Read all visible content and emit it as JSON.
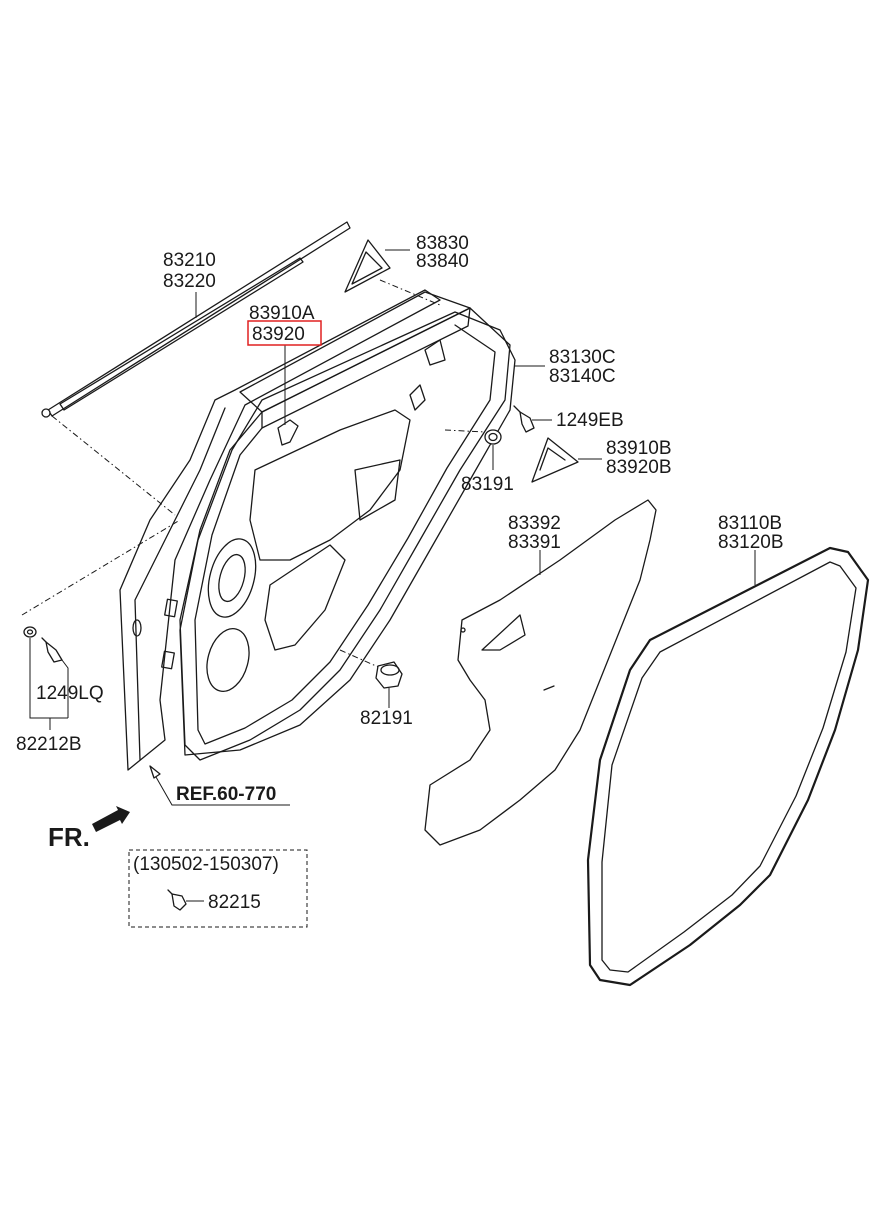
{
  "labels": {
    "p83210": "83210",
    "p83220": "83220",
    "p83830": "83830",
    "p83840": "83840",
    "p83910A": "83910A",
    "p83920": "83920",
    "p83130C": "83130C",
    "p83140C": "83140C",
    "p1249EB": "1249EB",
    "p83910B": "83910B",
    "p83920B": "83920B",
    "p83191": "83191",
    "p83392": "83392",
    "p83391": "83391",
    "p83110B": "83110B",
    "p83120B": "83120B",
    "p1249LQ": "1249LQ",
    "p82212B": "82212B",
    "p82191": "82191",
    "ref": "REF.60-770",
    "fr": "FR.",
    "date_range": "(130502-150307)",
    "p82215": "82215"
  },
  "highlight_color": "#e02020"
}
